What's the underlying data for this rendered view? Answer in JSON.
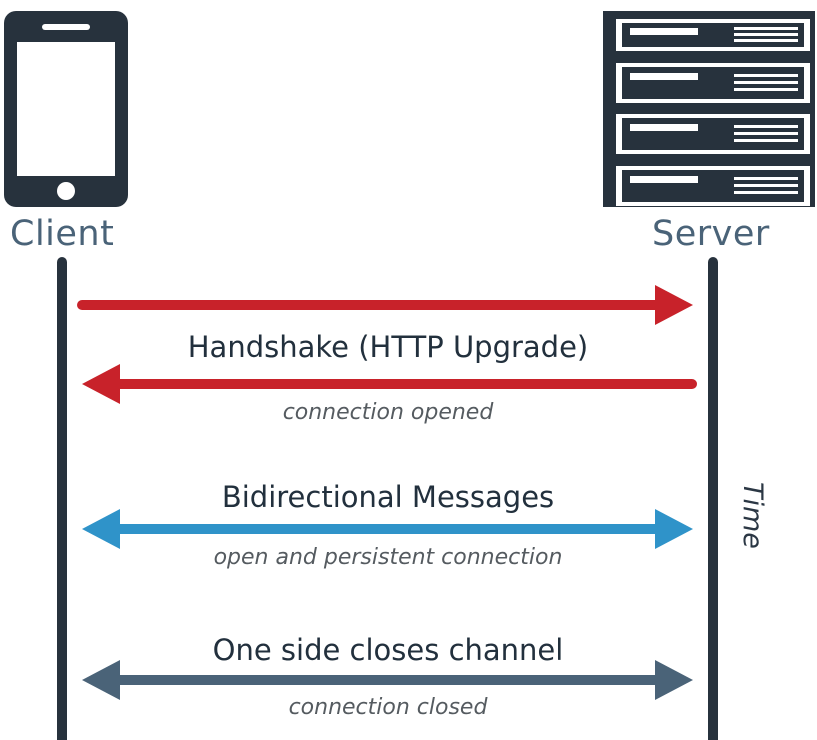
{
  "participants": {
    "client_label": "Client",
    "server_label": "Server"
  },
  "time_label": "Time",
  "messages": [
    {
      "label": "Handshake (HTTP Upgrade)",
      "sub": "connection opened",
      "color": "#c8222a"
    },
    {
      "label": "Bidirectional Messages",
      "sub": "open and persistent connection",
      "color": "#2f93c9"
    },
    {
      "label": "One side closes channel",
      "sub": "connection closed",
      "color": "#4a6378"
    }
  ],
  "colors": {
    "dark": "#27323d",
    "red": "#c8222a",
    "blue": "#2f93c9",
    "slate": "#4a6378"
  },
  "icons": {
    "client": "smartphone-icon",
    "server": "server-rack-icon"
  }
}
